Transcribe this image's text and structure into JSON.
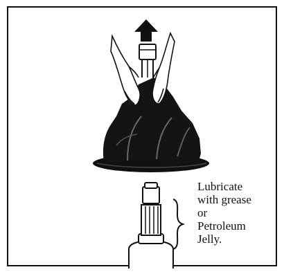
{
  "figure": {
    "caption_lines": [
      "Lubricate",
      "with grease",
      "or",
      "Petroleum",
      "Jelly."
    ],
    "icons": {
      "arrow": "up-arrow-icon",
      "hands": "hands-icon",
      "blade": "blade-assembly-icon",
      "shaft": "motor-shaft-icon",
      "brace": "curly-brace-icon"
    }
  }
}
